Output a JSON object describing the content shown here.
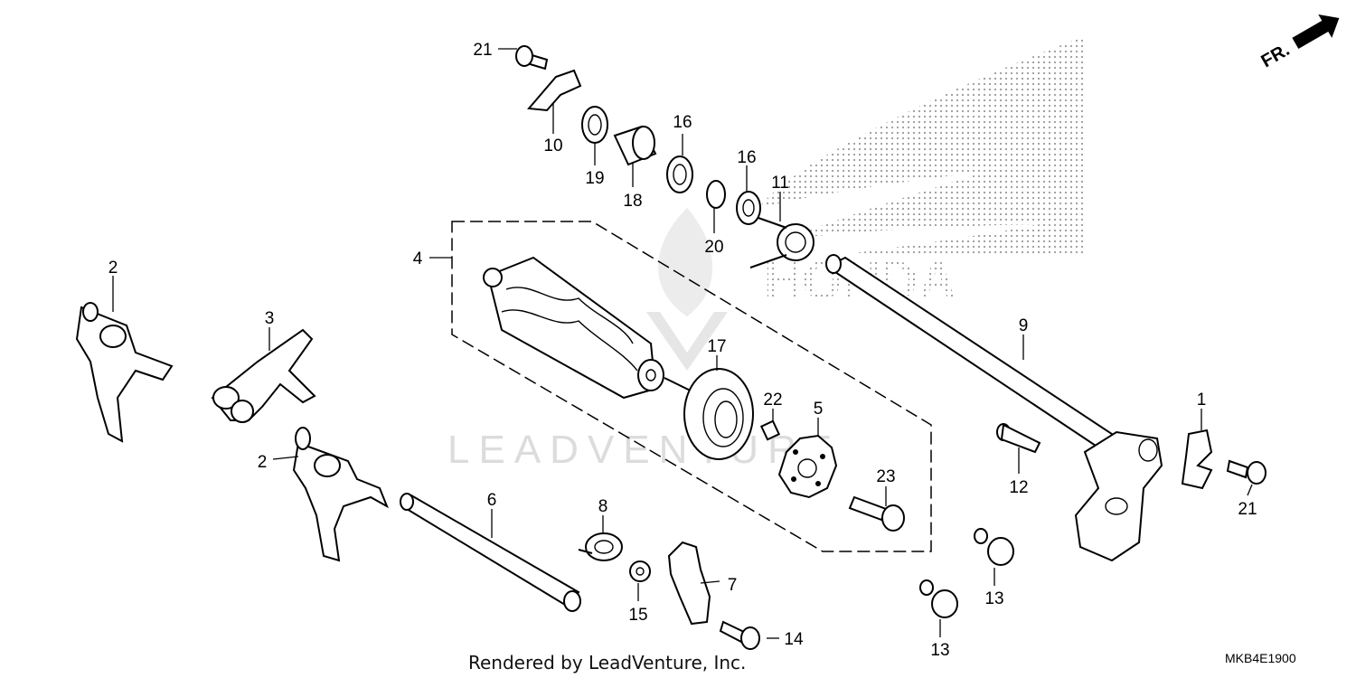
{
  "diagram": {
    "footer": "Rendered by LeadVenture, Inc.",
    "code": "MKB4E1900",
    "direction_label": "FR.",
    "watermark": "LEADVENTURE",
    "brand_watermark": "HONDA",
    "colors": {
      "line": "#000000",
      "watermark": "#dcdcdc",
      "dots": "#9a9a9a"
    }
  },
  "callouts": [
    {
      "num": "1"
    },
    {
      "num": "2"
    },
    {
      "num": "2"
    },
    {
      "num": "3"
    },
    {
      "num": "4"
    },
    {
      "num": "5"
    },
    {
      "num": "6"
    },
    {
      "num": "7"
    },
    {
      "num": "8"
    },
    {
      "num": "9"
    },
    {
      "num": "10"
    },
    {
      "num": "11"
    },
    {
      "num": "12"
    },
    {
      "num": "13"
    },
    {
      "num": "13"
    },
    {
      "num": "14"
    },
    {
      "num": "15"
    },
    {
      "num": "16"
    },
    {
      "num": "16"
    },
    {
      "num": "17"
    },
    {
      "num": "18"
    },
    {
      "num": "19"
    },
    {
      "num": "20"
    },
    {
      "num": "21"
    },
    {
      "num": "21"
    },
    {
      "num": "22"
    },
    {
      "num": "23"
    }
  ]
}
